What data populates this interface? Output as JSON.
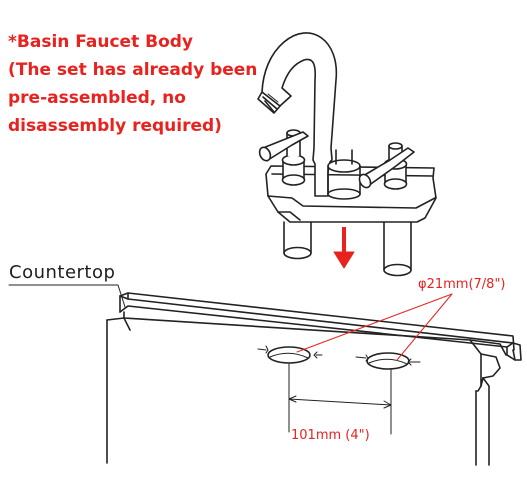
{
  "note": {
    "lines": [
      "*Basin Faucet Body",
      "(The set has already been",
      "pre-assembled, no",
      "disassembly required)"
    ],
    "color": "#e8231f"
  },
  "labels": {
    "countertop": "Countertop",
    "hole_diameter": "φ21mm(7/8\")",
    "hole_spacing": "101mm (4\")"
  },
  "colors": {
    "accent": "#e8231f",
    "line": "#222222",
    "faucet_fill": "#ffffff"
  }
}
